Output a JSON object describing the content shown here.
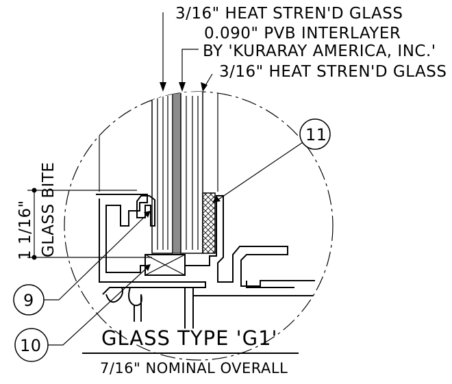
{
  "callouts": {
    "glass_outer": "3/16\" HEAT STREN'D GLASS",
    "interlayer_line1": "0.090\" PVB INTERLAYER",
    "interlayer_line2": "BY 'KURARAY AMERICA, INC.'",
    "glass_inner": "3/16\" HEAT STREN'D GLASS"
  },
  "dimension": {
    "value": "1 1/16\"",
    "label": "GLASS BITE"
  },
  "bubbles": {
    "b9": "9",
    "b10": "10",
    "b11": "11"
  },
  "title": {
    "main": "GLASS TYPE 'G1'",
    "sub": "7/16\" NOMINAL OVERALL"
  },
  "colors": {
    "ink": "#000000",
    "interlayer": "#8c8c8c",
    "background": "#ffffff"
  }
}
